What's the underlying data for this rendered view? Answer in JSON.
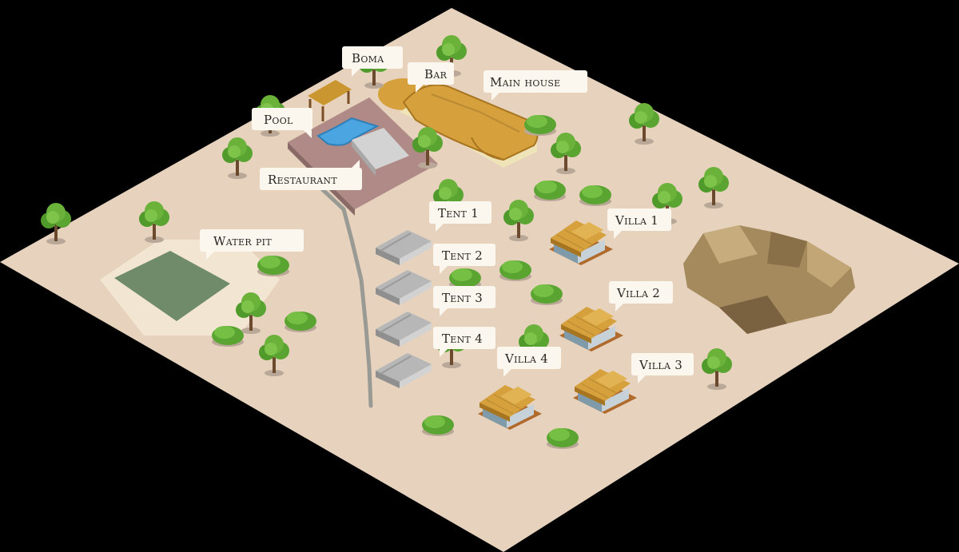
{
  "map": {
    "colors": {
      "ground": "#e6d2bd",
      "background": "#000000",
      "foliage": "#6ab23a",
      "thatch": "#d6a13c",
      "water": "#4aa5e0",
      "pond": "#6f8b6a",
      "rock": "#a58a5e"
    },
    "labels": {
      "boma": "Boma",
      "bar": "Bar",
      "main_house": "Main house",
      "pool": "Pool",
      "restaurant": "Restaurant",
      "water_pit": "Water pit",
      "tent1": "Tent 1",
      "tent2": "Tent 2",
      "tent3": "Tent 3",
      "tent4": "Tent 4",
      "villa1": "Villa 1",
      "villa2": "Villa 2",
      "villa3": "Villa 3",
      "villa4": "Villa 4"
    }
  }
}
